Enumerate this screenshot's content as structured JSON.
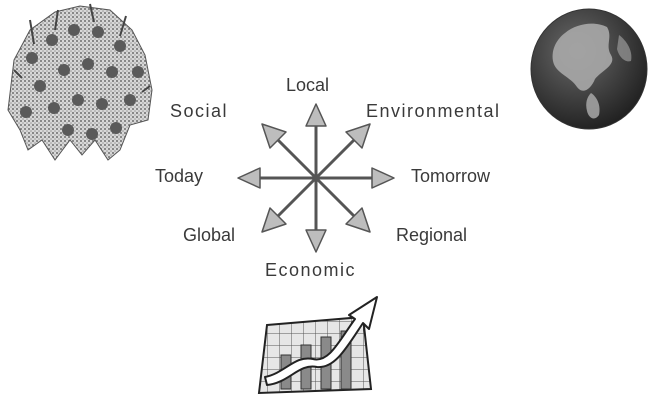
{
  "labels": {
    "local": "Local",
    "social": "Social",
    "environmental": "Environmental",
    "today": "Today",
    "tomorrow": "Tomorrow",
    "global": "Global",
    "regional": "Regional",
    "economic": "Economic"
  },
  "colors": {
    "text": "#3a3a3a",
    "arrow_fill": "#bdbdbd",
    "arrow_stroke": "#555555",
    "globe_ocean": "#2f2f2f",
    "globe_land": "#9a9a9a",
    "crowd": "#7a7a7a",
    "chart_arrow": "#ffffff"
  },
  "icons": {
    "crowd": "crowd-of-people-icon",
    "globe": "earth-globe-icon",
    "growth": "growth-chart-icon",
    "compass": "eight-direction-arrows-icon"
  }
}
